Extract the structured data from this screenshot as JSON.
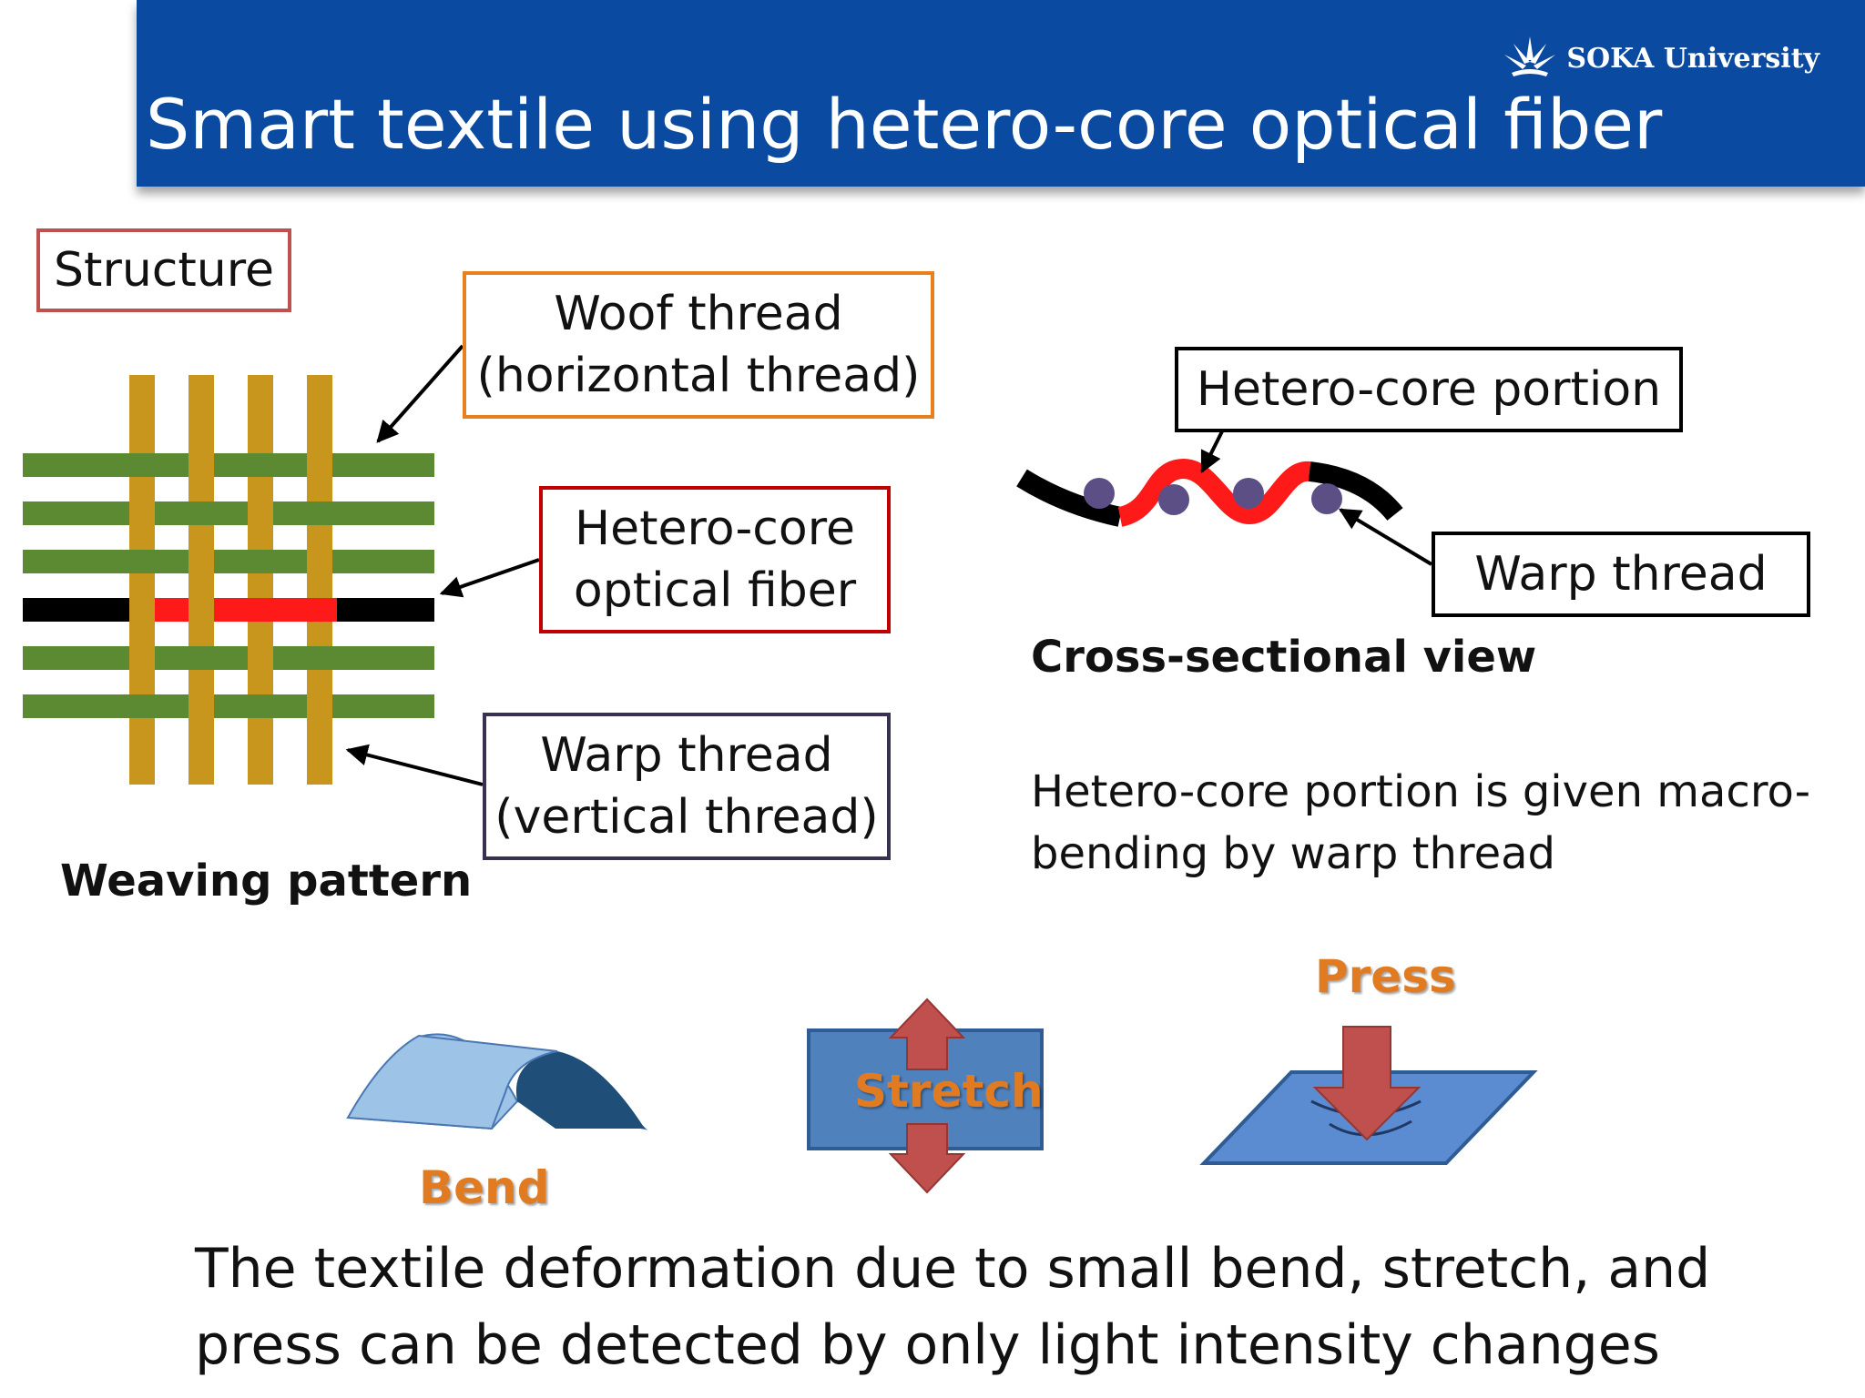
{
  "header": {
    "title": "Smart textile using hetero-core optical fiber",
    "brand_name": "SOKA University",
    "background_color": "#0a4aa0"
  },
  "structure_label": "Structure",
  "weaving": {
    "caption": "Weaving pattern",
    "woof_label_line1": "Woof thread",
    "woof_label_line2": "(horizontal thread)",
    "fiber_label_line1": "Hetero-core",
    "fiber_label_line2": "optical fiber",
    "warp_label_line1": "Warp thread",
    "warp_label_line2": "(vertical thread)",
    "colors": {
      "woof": "#5b8a32",
      "warp": "#c8961c",
      "fiber": "#000000",
      "hetero_core": "#ff1a1a"
    }
  },
  "cross_section": {
    "caption": "Cross-sectional view",
    "hetero_label": "Hetero-core portion",
    "warp_label": "Warp thread",
    "description_line1": "Hetero-core portion is given macro-",
    "description_line2": "bending by warp thread"
  },
  "deformations": {
    "bend": "Bend",
    "stretch": "Stretch",
    "press": "Press",
    "label_color": "#e07b22"
  },
  "conclusion": {
    "line1": "The textile deformation due to small bend, stretch, and",
    "line2": "press can be detected by only light intensity changes"
  }
}
